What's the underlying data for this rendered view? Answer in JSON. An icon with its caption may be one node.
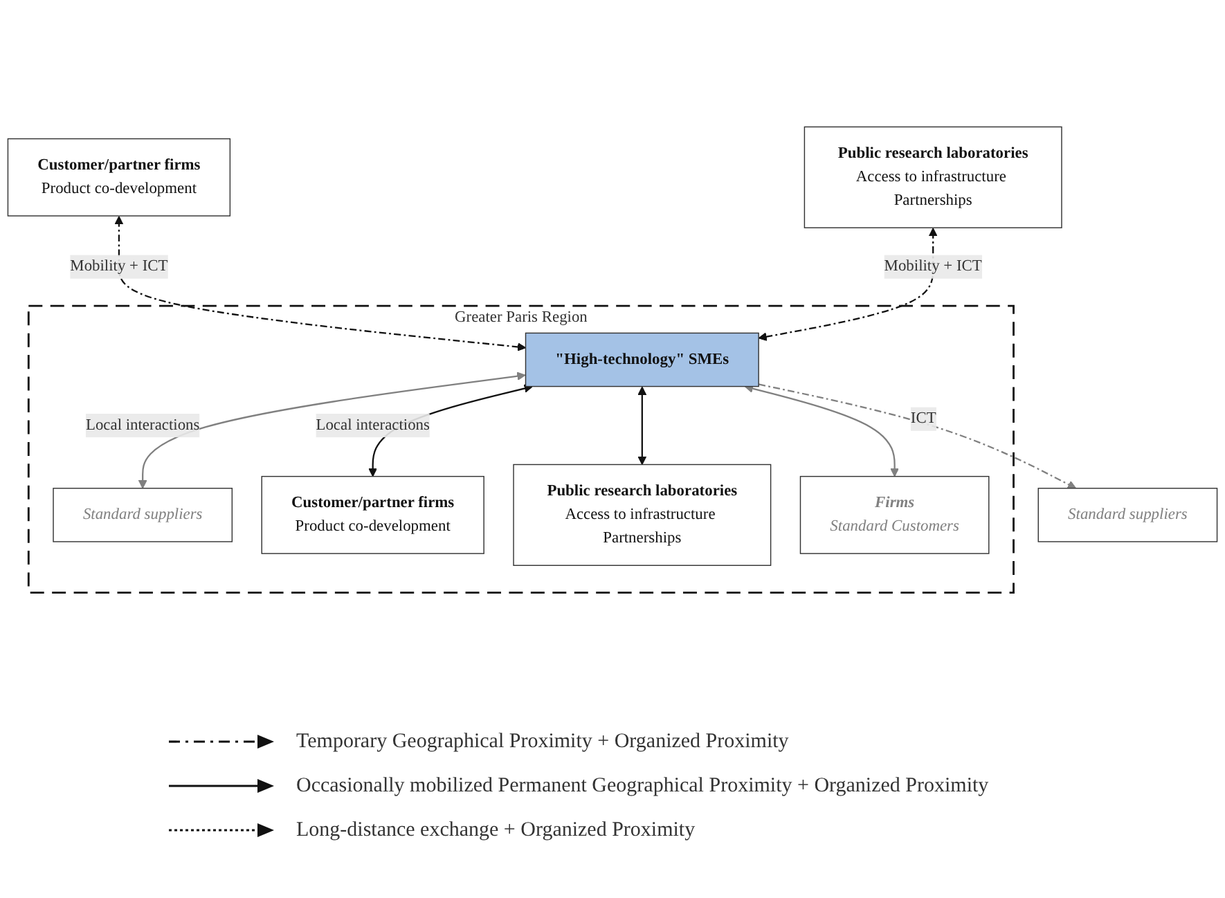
{
  "diagram": {
    "nodes": [
      {
        "text": [
          "Greater Paris Region"
        ]
      },
      {
        "text": [
          "Standard suppliers"
        ]
      },
      {
        "text": [
          "Standard suppliers"
        ],
        "in": 0
      },
      {
        "text": [
          "\"High-technology\" SMEs"
        ],
        "in": 0
      },
      {
        "text": [
          "Public research laboratories",
          "Access to infrastructure Partnerships"
        ]
      },
      {
        "text": [
          "Customer/partner firms",
          "Product co-development"
        ]
      },
      {
        "text": [
          "Customer/partner firms",
          "Product co-development"
        ],
        "in": 0
      },
      {
        "text": [
          "Public research laboratories",
          "Access to infrastructure Partnerships"
        ],
        "in": 0
      },
      {
        "text": [
          "Firms",
          "Standard Customers"
        ],
        "in": 0
      }
    ],
    "edges": [
      {
        "from": 3,
        "to": 2,
        "arrow": "both",
        "label": "Local interactions",
        "color": "#808080"
      },
      {
        "from": 3,
        "to": 1,
        "arrow": "to",
        "label": "ICT",
        "style": "dashed",
        "color": "#808080"
      },
      {
        "from": 3,
        "to": 5,
        "arrow": "both",
        "label": "Mobility + ICT",
        "style": "dashed"
      },
      {
        "from": 3,
        "to": 4,
        "arrow": "both",
        "label": "Mobility + ICT",
        "style": "dashed"
      },
      {
        "from": 3,
        "to": 6,
        "arrow": "both",
        "label": "Local interactions"
      },
      {
        "from": 3,
        "to": 7,
        "arrow": "both"
      },
      {
        "from": 3,
        "to": 8,
        "arrow": "both",
        "color": "#808080"
      }
    ],
    "legend": [
      {
        "text": "Temporary Geographical Proximity + Organized Proximity"
      },
      {
        "text": "Occasionally mobilized Permanent Geographical Proximity + Organized Proximity"
      },
      {
        "text": "Long-distance exchange + Organized Proximity"
      }
    ]
  }
}
